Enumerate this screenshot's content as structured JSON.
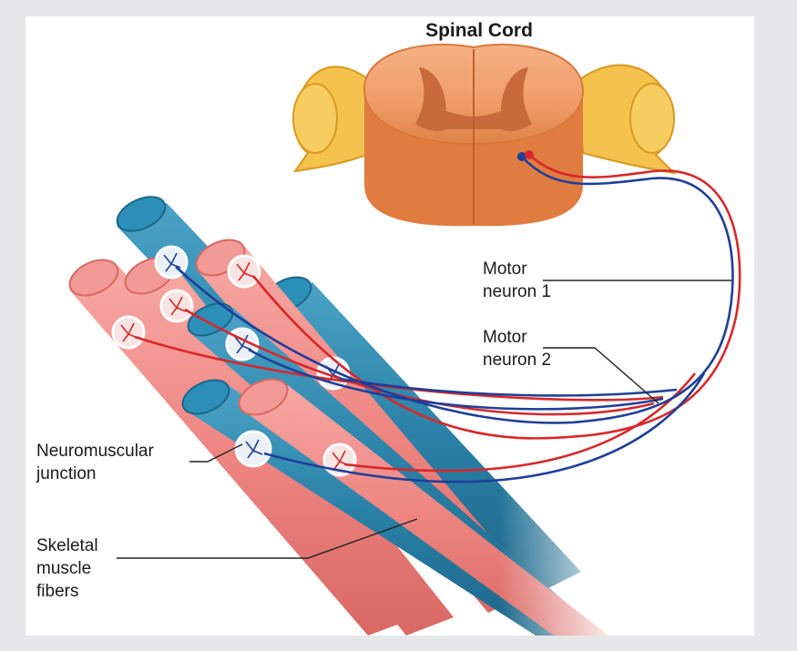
{
  "diagram": {
    "title": "Spinal Cord",
    "labels": {
      "motor_neuron_1": [
        "Motor",
        "neuron 1"
      ],
      "motor_neuron_2": [
        "Motor",
        "neuron 2"
      ],
      "neuromuscular_junction": [
        "Neuromuscular",
        "junction"
      ],
      "skeletal_muscle_fibers": [
        "Skeletal",
        "muscle",
        "fibers"
      ]
    },
    "colors": {
      "background": "#e5e7e8",
      "panel": "#ffffff",
      "spinal_cord": "#f0a070",
      "gray_matter": "#c86a3c",
      "nerve_roots": "#f5c24d",
      "red_fiber": "#ef8a86",
      "blue_fiber": "#2f86ab",
      "motor_neuron_1": "#d8282a",
      "motor_neuron_2": "#1f3f9a"
    }
  }
}
